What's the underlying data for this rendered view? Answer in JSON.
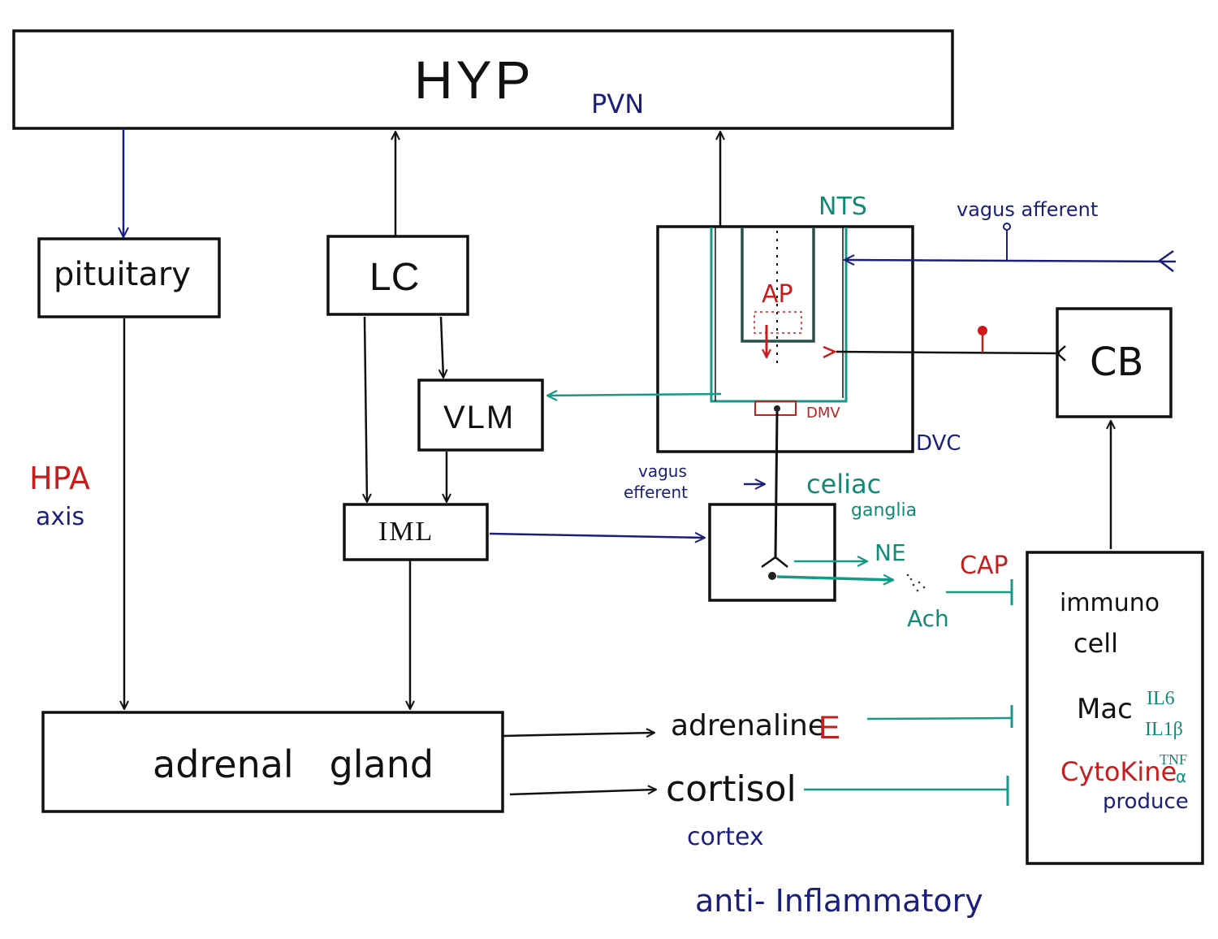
{
  "nodes": {
    "hyp": "HYP",
    "pvn": "PVN",
    "pituitary": "pituitary",
    "lc": "LC",
    "vlm": "VLM",
    "iml": "IML",
    "nts": "NTS",
    "ap": "AP",
    "dmv": "DMV",
    "dvc": "DVC",
    "cb": "CB",
    "adrenal_gland": "adrenal   gland",
    "celiac": "celiac",
    "ganglia": "ganglia",
    "immuno": "immuno",
    "cell": "cell"
  },
  "labels": {
    "hpa": "HPA",
    "axis": "axis",
    "vagus_afferent": "vagus afferent",
    "vagus_efferent_1": "vagus",
    "vagus_efferent_2": "efferent",
    "ne": "NE",
    "ach": "Ach",
    "cap": "CAP",
    "adrenaline": "adrenaline",
    "e": "E",
    "cortisol": "cortisol",
    "cortex": "cortex",
    "anti_inflammatory": "anti- Inflammatory",
    "mac": "Mac",
    "il6": "IL6",
    "il1b": "IL1β",
    "tnf": "TNF",
    "alpha": "α",
    "cytokine": "CytoKine",
    "produce": "produce"
  },
  "colors": {
    "ink": "#111111",
    "navy": "#1b1f7a",
    "teal": "#159a88",
    "red": "#c41e1e"
  }
}
